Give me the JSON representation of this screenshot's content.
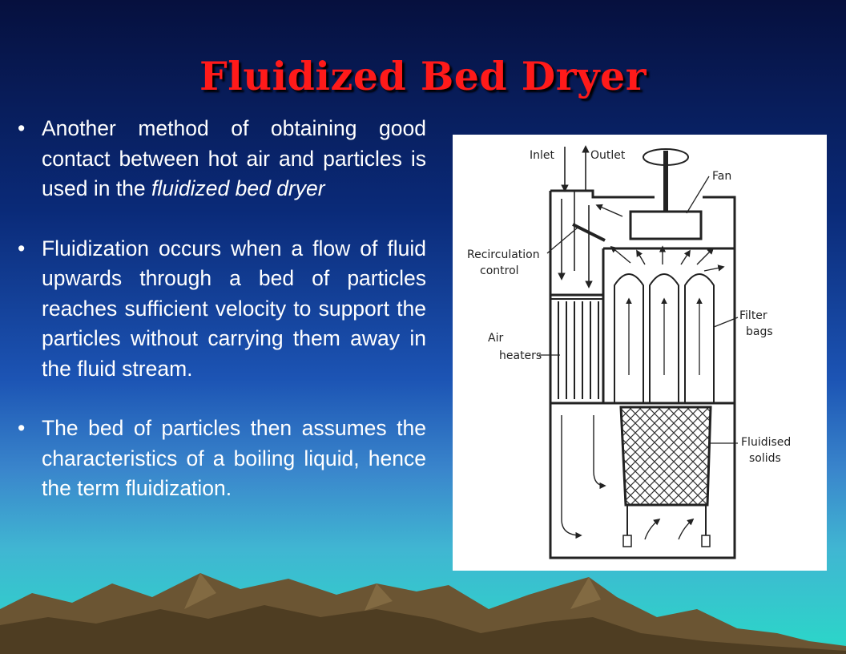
{
  "slide": {
    "title": "Fluidized Bed Dryer",
    "bullets": [
      {
        "bullet": "•",
        "text": "Another method of obtaining good contact between hot air and particles is used in the ",
        "emphasis": "fluidized bed dryer"
      },
      {
        "bullet": "•",
        "text": "Fluidization occurs when a flow of fluid upwards through a bed of particles reaches sufficient velocity to support the particles without carrying them away in the fluid stream.",
        "emphasis": ""
      },
      {
        "bullet": "•",
        "text": "The bed of particles then assumes the characteristics of a boiling liquid, hence the term fluidization.",
        "emphasis": ""
      }
    ]
  },
  "diagram": {
    "labels": {
      "inlet": "Inlet",
      "outlet": "Outlet",
      "fan": "Fan",
      "recirc_1": "Recirculation",
      "recirc_2": "control",
      "filter_1": "Filter",
      "filter_2": "bags",
      "air_1": "Air",
      "air_2": "heaters",
      "solids_1": "Fluidised",
      "solids_2": "solids"
    }
  },
  "colors": {
    "title": "#ff1a1a",
    "text": "#ffffff",
    "background_top": "#06103e",
    "background_bottom": "#2ad8c8",
    "mountain": "#6b5533"
  }
}
